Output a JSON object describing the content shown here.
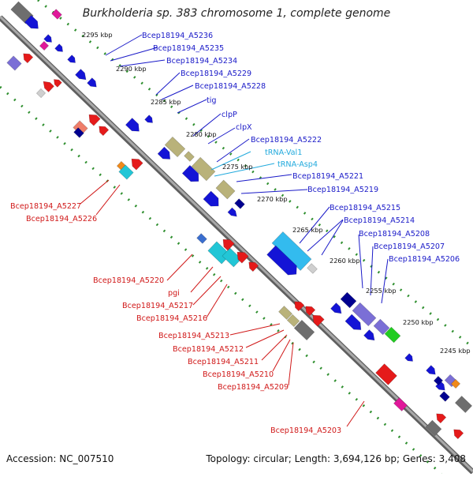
{
  "title": "Burkholderia sp. 383 chromosome 1, complete genome",
  "footer": {
    "accession": "Accession: NC_007510",
    "topology": "Topology: circular; Length: 3,694,126 bp; Genes: 3,408"
  },
  "colors": {
    "forward_label": "#1a1ac8",
    "reverse_label": "#d01818",
    "rna_label": "#22aadd",
    "backbone": "#8c8c8c",
    "tick_dots": "#2a8a2a"
  },
  "ticks": [
    "2295 kbp",
    "2290 kbp",
    "2285 kbp",
    "2280 kbp",
    "2275 kbp",
    "2270 kbp",
    "2265 kbp",
    "2260 kbp",
    "2255 kbp",
    "2250 kbp",
    "2245 kbp"
  ],
  "forward_labels": [
    "Bcep18194_A5236",
    "Bcep18194_A5235",
    "Bcep18194_A5234",
    "Bcep18194_A5229",
    "Bcep18194_A5228",
    "tig",
    "clpP",
    "clpX",
    "Bcep18194_A5222",
    "tRNA-Val1",
    "tRNA-Asp4",
    "Bcep18194_A5221",
    "Bcep18194_A5219",
    "Bcep18194_A5215",
    "Bcep18194_A5214",
    "Bcep18194_A5208",
    "Bcep18194_A5207",
    "Bcep18194_A5206"
  ],
  "reverse_labels": [
    "Bcep18194_A5227",
    "Bcep18194_A5226",
    "Bcep18194_A5220",
    "pgi",
    "Bcep18194_A5217",
    "Bcep18194_A5216",
    "Bcep18194_A5213",
    "Bcep18194_A5212",
    "Bcep18194_A5211",
    "Bcep18194_A5210",
    "Bcep18194_A5209",
    "Bcep18194_A5203"
  ]
}
